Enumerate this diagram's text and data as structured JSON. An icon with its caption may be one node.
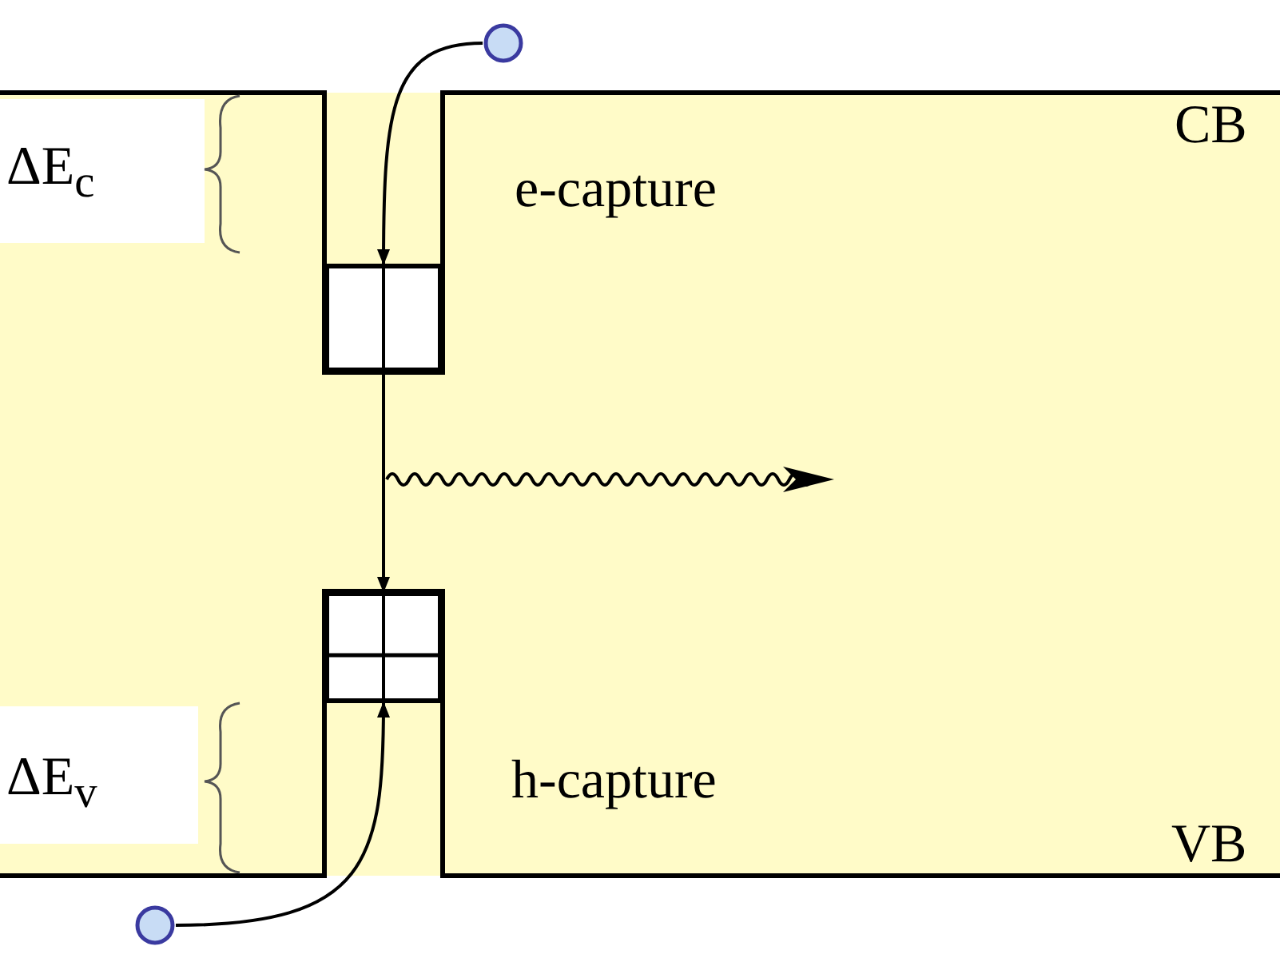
{
  "diagram": {
    "nodes": [
      {
        "text": [],
        "shape": "circle"
      },
      {
        "text": [],
        "shape": "box"
      },
      {
        "text": [],
        "shape": "box"
      },
      {
        "text": [],
        "shape": "circle"
      }
    ],
    "edges": [
      {
        "from": 0,
        "to": 1,
        "arrow": "to"
      },
      {
        "from": 1,
        "to": 2,
        "arrow": "to"
      },
      {
        "from": 3,
        "to": 2,
        "arrow": "to"
      }
    ],
    "labels": [
      "CB",
      "ΔE$_{c}$",
      "e-capture",
      "h-capture",
      "ΔE$_{v}$",
      "VB"
    ]
  }
}
